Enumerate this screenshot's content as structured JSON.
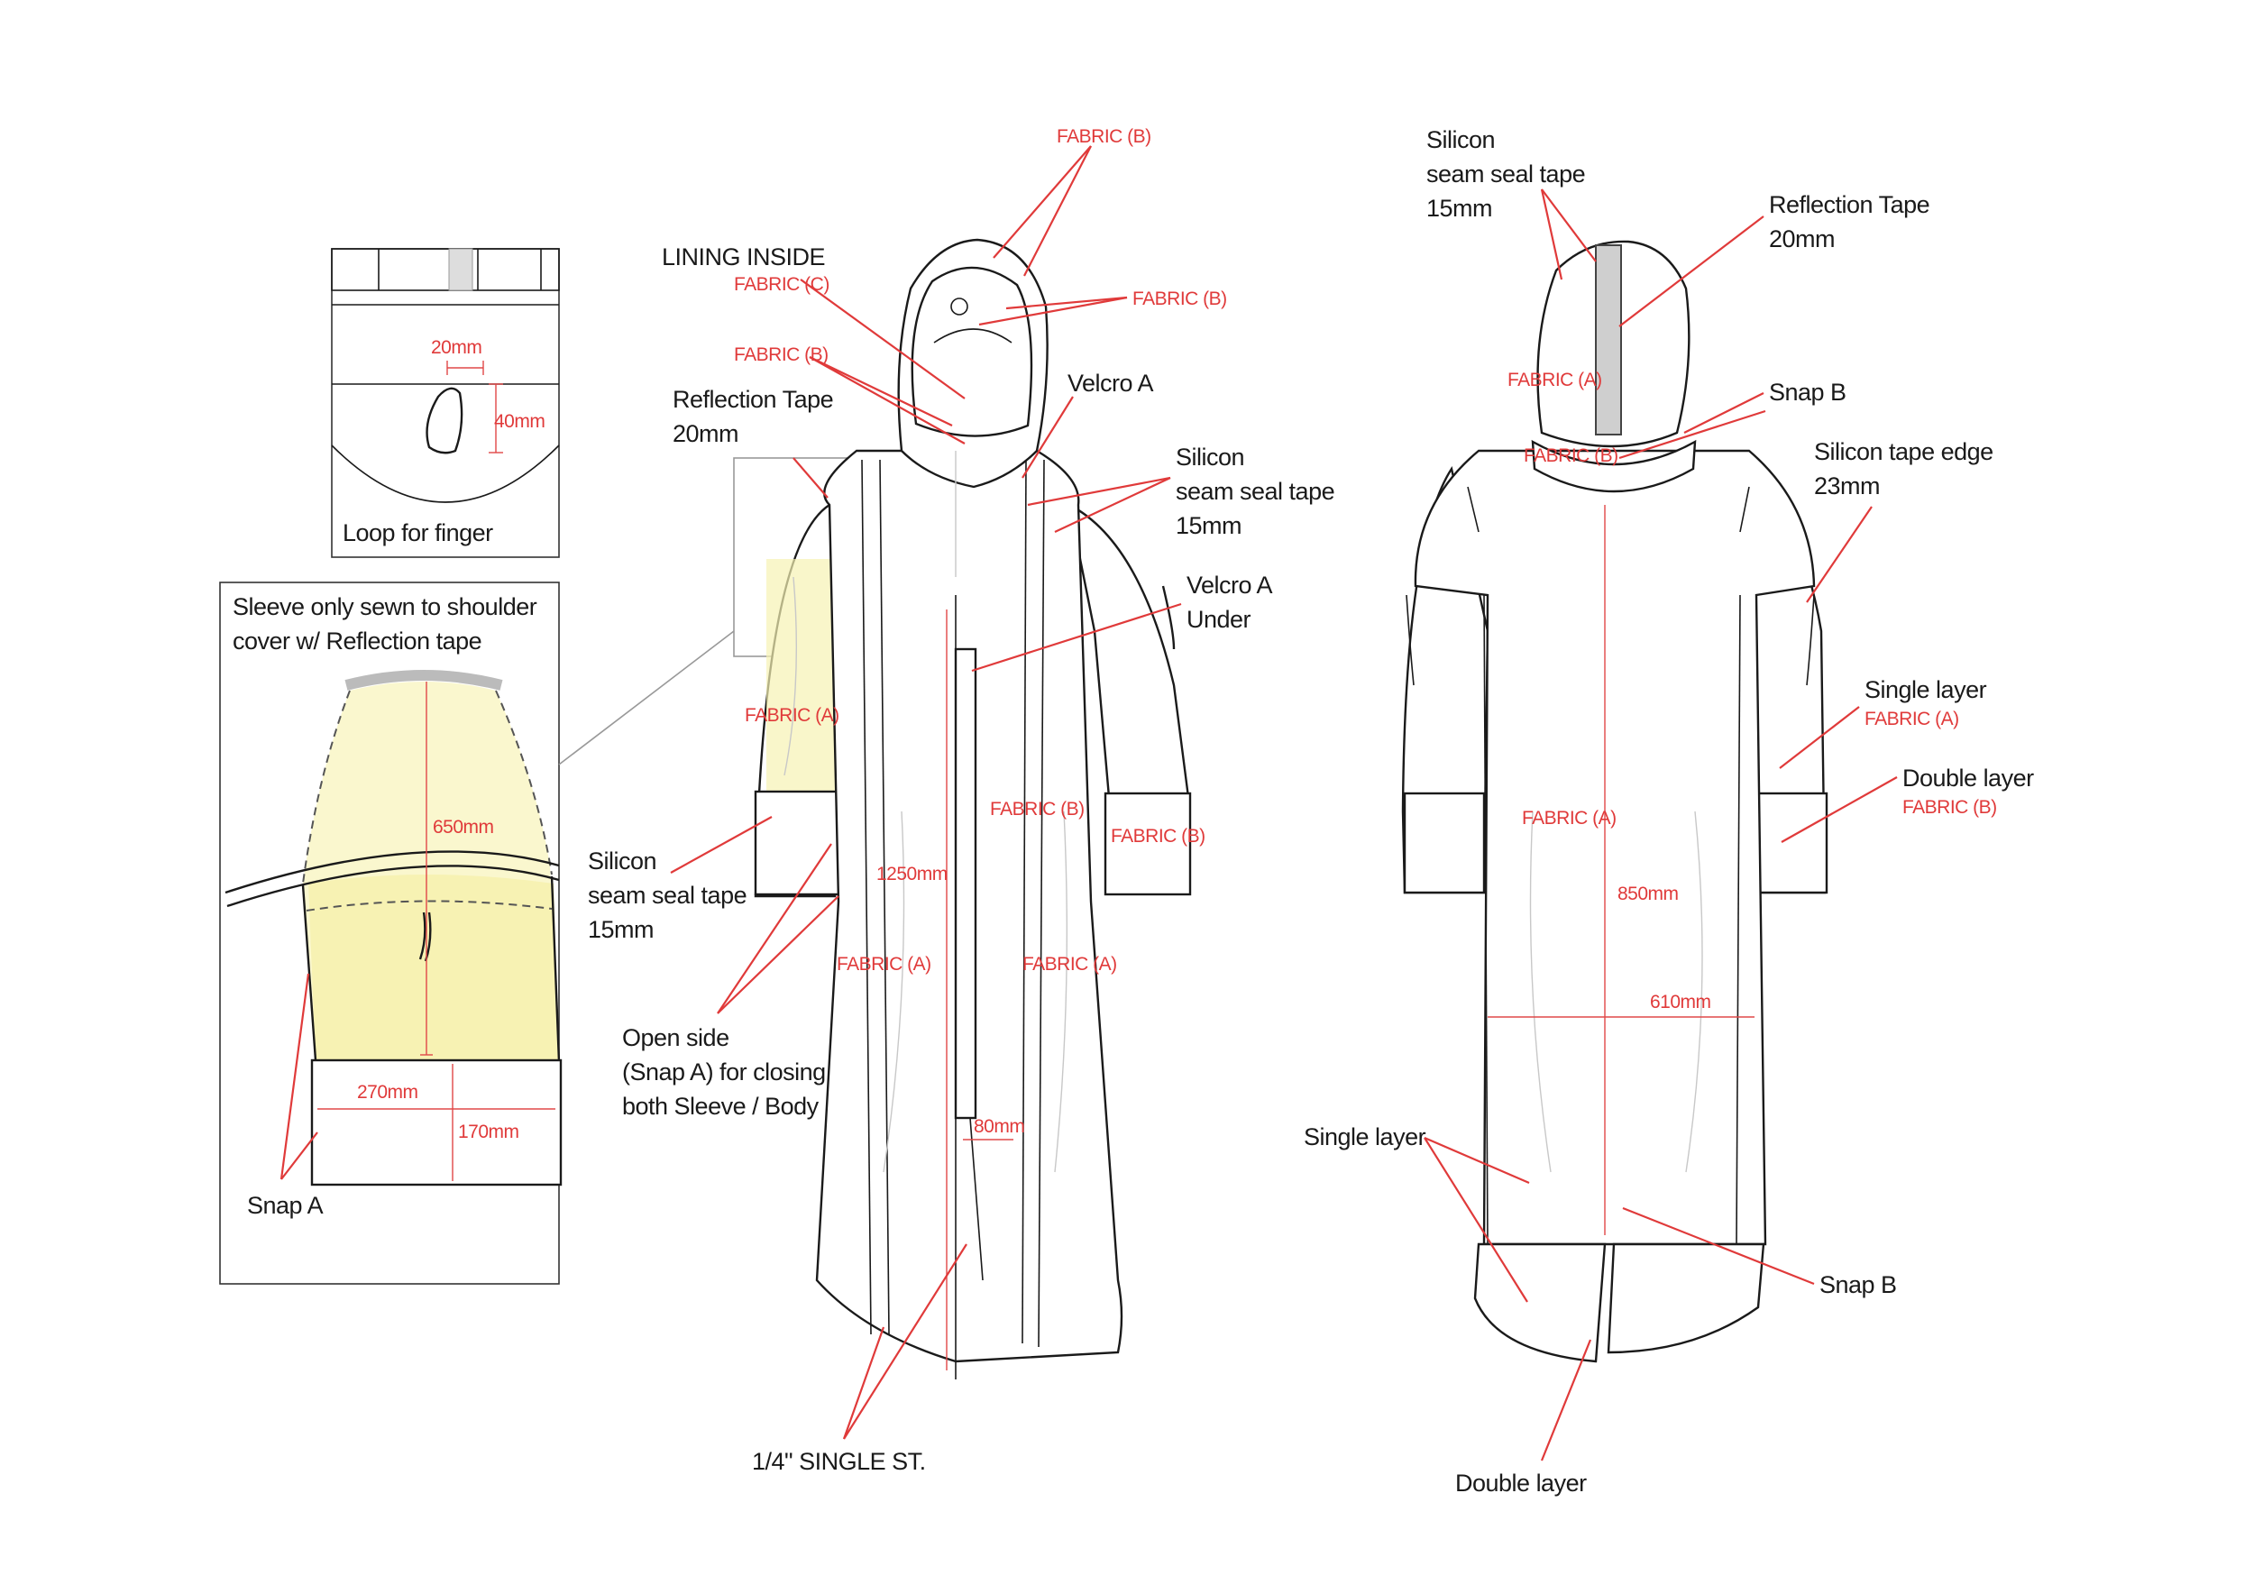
{
  "detail_loop": {
    "label": "Loop for finger",
    "width": "20mm",
    "height": "40mm"
  },
  "detail_sleeve": {
    "title_line1": "Sleeve only sewn to shoulder",
    "title_line2": "cover w/ Reflection tape",
    "length": "650mm",
    "cuff_width": "270mm",
    "cuff_height": "170mm",
    "snap": "Snap A"
  },
  "front": {
    "lining_inside": "LINING INSIDE",
    "fabric_c": "FABRIC (C)",
    "fabric_b_top": "FABRIC (B)",
    "fabric_b_hood": "FABRIC (B)",
    "fabric_b_hoodline": "FABRIC (B)",
    "reflection_l1": "Reflection Tape",
    "reflection_l2": "20mm",
    "velcro_a": "Velcro A",
    "silicon_r_l1": "Silicon",
    "silicon_r_l2": "seam seal tape",
    "silicon_r_l3": "15mm",
    "velcro_under_l1": "Velcro A",
    "velcro_under_l2": "Under",
    "fabric_a_sleeve": "FABRIC (A)",
    "fabric_b_body": "FABRIC (B)",
    "fabric_b_cuff": "FABRIC (B)",
    "length": "1250mm",
    "fabric_a_left": "FABRIC (A)",
    "fabric_a_right": "FABRIC (A)",
    "silicon_l_l1": "Silicon",
    "silicon_l_l2": "seam seal tape",
    "silicon_l_l3": "15mm",
    "open_l1": "Open side",
    "open_l2": "(Snap A) for closing",
    "open_l3": "both Sleeve / Body",
    "placket": "80mm",
    "stitch": "1/4\" SINGLE ST."
  },
  "back": {
    "silicon_l1": "Silicon",
    "silicon_l2": "seam seal tape",
    "silicon_l3": "15mm",
    "reflection_l1": "Reflection Tape",
    "reflection_l2": "20mm",
    "fabric_a_hood": "FABRIC (A)",
    "snap_b_top": "Snap B",
    "fabric_b_collar": "FABRIC (B)",
    "silicon_edge_l1": "Silicon tape edge",
    "silicon_edge_l2": "23mm",
    "single_layer": "Single layer",
    "single_fabric": "FABRIC (A)",
    "double_layer": "Double layer",
    "double_fabric": "FABRIC (B)",
    "fabric_a_body": "FABRIC (A)",
    "length": "850mm",
    "width": "610mm",
    "single_layer_low": "Single layer",
    "snap_b_low": "Snap B",
    "double_layer_low": "Double layer"
  }
}
